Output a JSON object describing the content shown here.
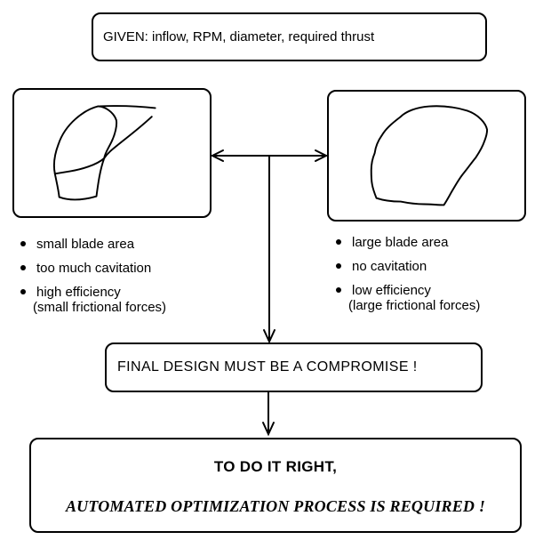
{
  "colors": {
    "ink": "#000000",
    "paper": "#ffffff"
  },
  "given_box": {
    "label": "GIVEN: inflow, RPM, diameter, required thrust"
  },
  "tradeoffs": {
    "narrow": {
      "items": [
        {
          "text": "small blade area"
        },
        {
          "text": "too much cavitation"
        },
        {
          "text": "high efficiency",
          "note": "(small frictional forces)"
        }
      ]
    },
    "wide": {
      "items": [
        {
          "text": "large blade area"
        },
        {
          "text": "no cavitation"
        },
        {
          "text": "low efficiency",
          "note": "(large frictional forces)"
        }
      ]
    }
  },
  "compromise_box": {
    "label": "FINAL DESIGN MUST BE A COMPROMISE !"
  },
  "conclusion_box": {
    "line1": "TO DO IT RIGHT,",
    "line2": "AUTOMATED OPTIMIZATION PROCESS IS REQUIRED !"
  }
}
